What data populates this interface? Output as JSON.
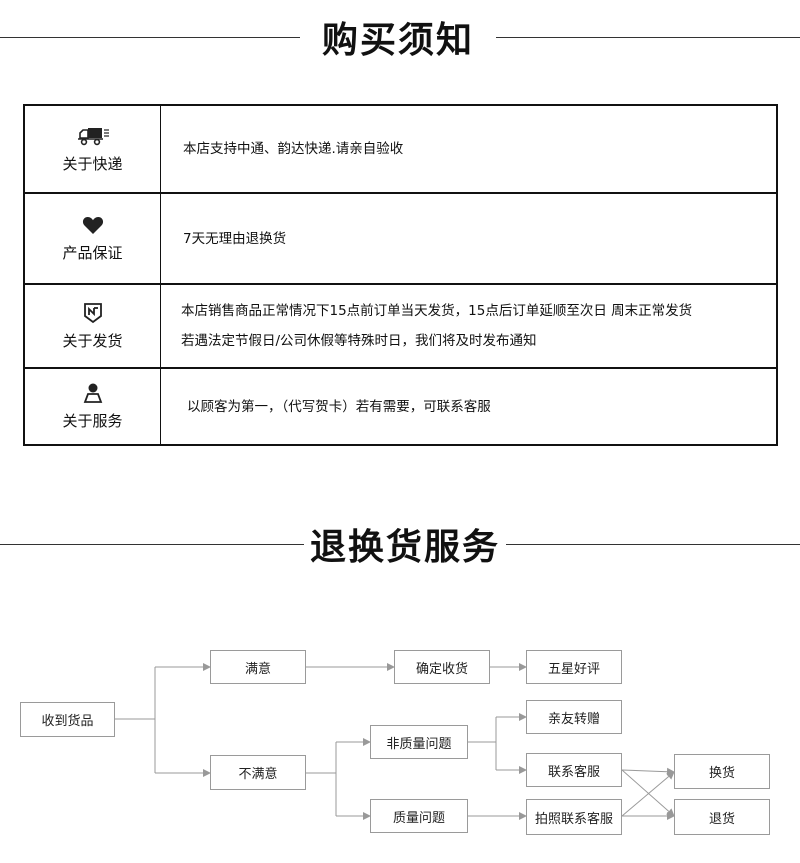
{
  "purchase_notice": {
    "title": "购买须知",
    "rows": [
      {
        "icon": "delivery-truck-icon",
        "label": "关于快递",
        "lines": [
          "本店支持中通、韵达快递.请亲自验收"
        ]
      },
      {
        "icon": "heart-icon",
        "label": "产品保证",
        "lines": [
          "7天无理由退换货"
        ]
      },
      {
        "icon": "shipping-badge-icon",
        "label": "关于发货",
        "lines": [
          "本店销售商品正常情况下15点前订单当天发货，15点后订单延顺至次日 周末正常发货",
          "若遇法定节假日/公司休假等特殊时日，我们将及时发布通知"
        ]
      },
      {
        "icon": "customer-service-icon",
        "label": "关于服务",
        "lines": [
          "以顾客为第一，（代写贺卡）若有需要，可联系客服"
        ]
      }
    ]
  },
  "return_service": {
    "title": "退换货服务",
    "flow": {
      "received": "收到货品",
      "satisfied": "满意",
      "unsatisfied": "不满意",
      "confirm_receipt": "确定收货",
      "five_star": "五星好评",
      "non_quality_issue": "非质量问题",
      "quality_issue": "质量问题",
      "gift_to_friends": "亲友转赠",
      "contact_service": "联系客服",
      "photo_contact_service": "拍照联系客服",
      "exchange": "换货",
      "refund": "退货"
    }
  }
}
